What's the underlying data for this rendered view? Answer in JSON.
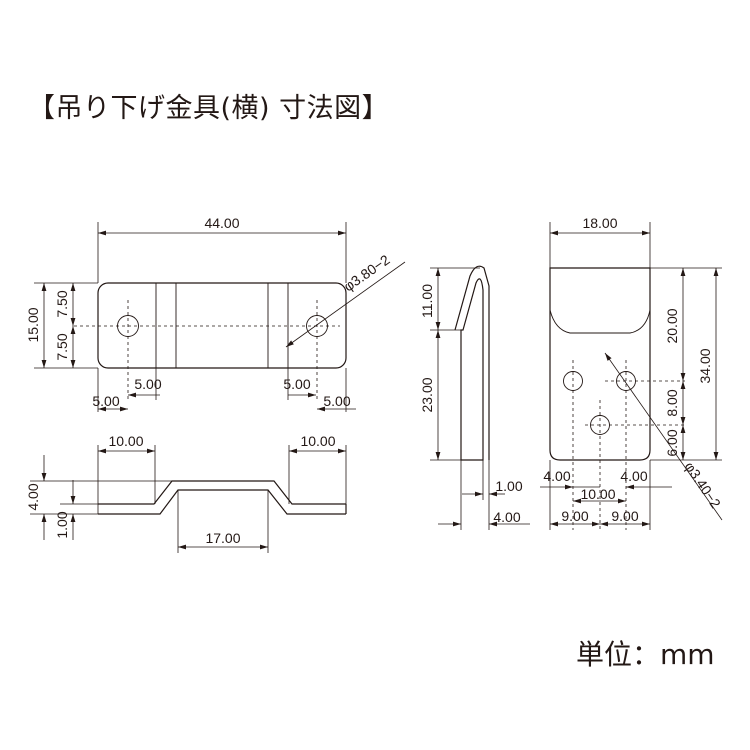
{
  "title": "【吊り下げ金具(横) 寸法図】",
  "unit_label": "単位：mm",
  "dimensions": {
    "top_width": "44.00",
    "hole_dia_a": "φ3.80−2",
    "height_15": "15.00",
    "half_upper": "7.50",
    "half_lower": "7.50",
    "edge_l": "5.00",
    "inner_l": "5.00",
    "inner_r": "5.00",
    "edge_r": "5.00",
    "flange_l": "10.00",
    "flange_r": "10.00",
    "depth_4": "4.00",
    "thick_1": "1.00",
    "center_17": "17.00",
    "hook_11": "11.00",
    "hook_23": "23.00",
    "hook_gap": "1.00",
    "hook_4": "4.00",
    "plate_18": "18.00",
    "plate_20": "20.00",
    "plate_34": "34.00",
    "plate_8": "8.00",
    "plate_6": "6.00",
    "hole_dia_b": "φ3.40−2",
    "off_4_l": "4.00",
    "off_4_r": "4.00",
    "off_10": "10.00",
    "half_9_l": "9.00",
    "half_9_r": "9.00"
  }
}
